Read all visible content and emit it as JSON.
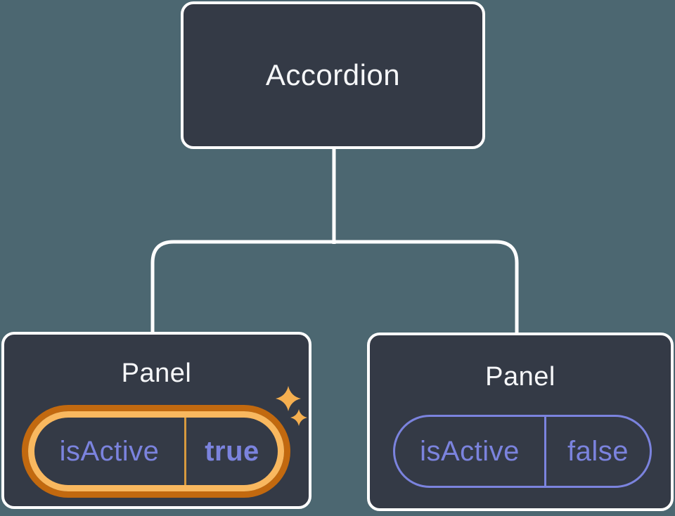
{
  "colors": {
    "bg": "#4C6771",
    "node-fill": "#343A46",
    "node-border": "#FFFFFF",
    "connector": "#FFFFFF",
    "purple": "#7B83DE",
    "gold-light": "#F9B85F",
    "gold-dark": "#C2690F",
    "gold-divider": "#D79A3F",
    "sparkle": "#F5AF50",
    "text": "#F6F7F9"
  },
  "tree": {
    "root": {
      "label": "Accordion"
    },
    "children": [
      {
        "title": "Panel",
        "prop_name": "isActive",
        "prop_value": "true",
        "state": "highlighted"
      },
      {
        "title": "Panel",
        "prop_name": "isActive",
        "prop_value": "false",
        "state": "normal"
      }
    ]
  }
}
